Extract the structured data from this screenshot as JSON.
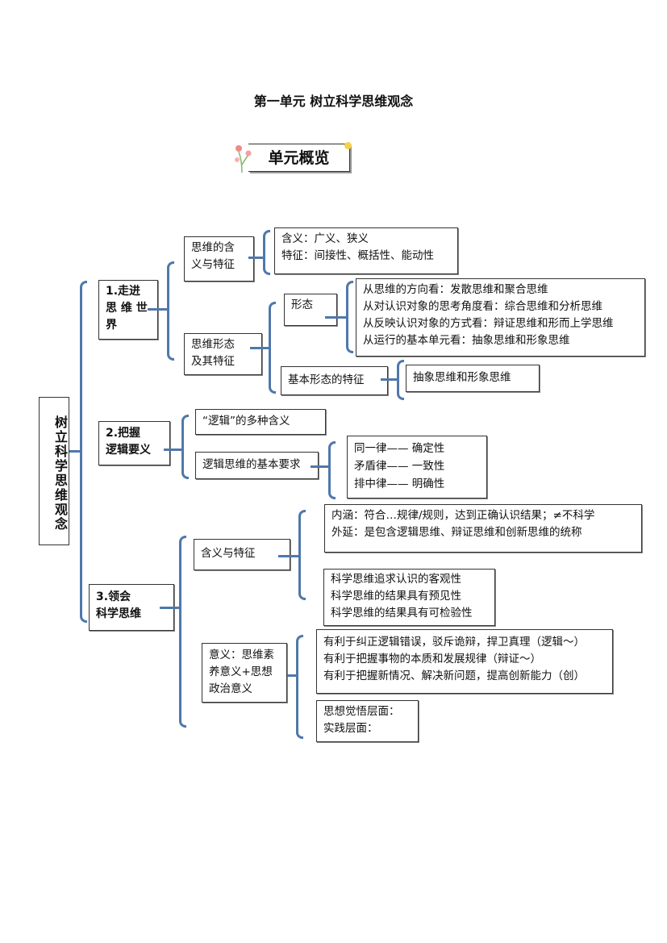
{
  "title": "第一单元  树立科学思维观念",
  "banner": "单元概览",
  "root": "树立科学思维观念",
  "section1": {
    "label": [
      "1.走进",
      "思 维 世",
      "界"
    ],
    "meaning_box": [
      "思维的含",
      "义与特征"
    ],
    "meaning_detail": [
      "含义：广义、狭义",
      "特征：间接性、概括性、能动性"
    ],
    "forms_box": [
      "思维形态",
      "及其特征"
    ],
    "forms": "形态",
    "forms_detail": [
      "从思维的方向看：发散思维和聚合思维",
      "从对认识对象的思考角度看：综合思维和分析思维",
      "从反映认识对象的方式看：辩证思维和形而上学思维",
      "从运行的基本单元看：抽象思维和形象思维"
    ],
    "basic_forms": "基本形态的特征",
    "basic_forms_detail": "抽象思维和形象思维"
  },
  "section2": {
    "label": [
      "2.把握",
      "逻辑要义"
    ],
    "meanings": "“逻辑”的多种含义",
    "requirements": "逻辑思维的基本要求",
    "laws": [
      "同一律——  确定性",
      "矛盾律——  一致性",
      "排中律——  明确性"
    ]
  },
  "section3": {
    "label": [
      "3.领会",
      "科学思维"
    ],
    "meaning_box": "含义与特征",
    "connotation": [
      "内涵：符合…规律/规则，达到正确认识结果；≠不科学",
      "外延：是包含逻辑思维、辩证思维和创新思维的统称"
    ],
    "features": [
      "科学思维追求认识的客观性",
      "科学思维的结果具有预见性",
      "科学思维的结果具有可检验性"
    ],
    "significance_box": [
      "意义：思维素",
      "养意义+思想",
      "政治意义"
    ],
    "benefits": [
      "有利于纠正逻辑错误，驳斥诡辩，捍卫真理（逻辑～）",
      "有利于把握事物的本质和发展规律（辩证～）",
      "有利于把握新情况、解决新问题，提高创新能力（创）"
    ],
    "levels": [
      "思想觉悟层面：",
      "实践层面："
    ]
  },
  "colors": {
    "bracket": "#4f78ab"
  }
}
